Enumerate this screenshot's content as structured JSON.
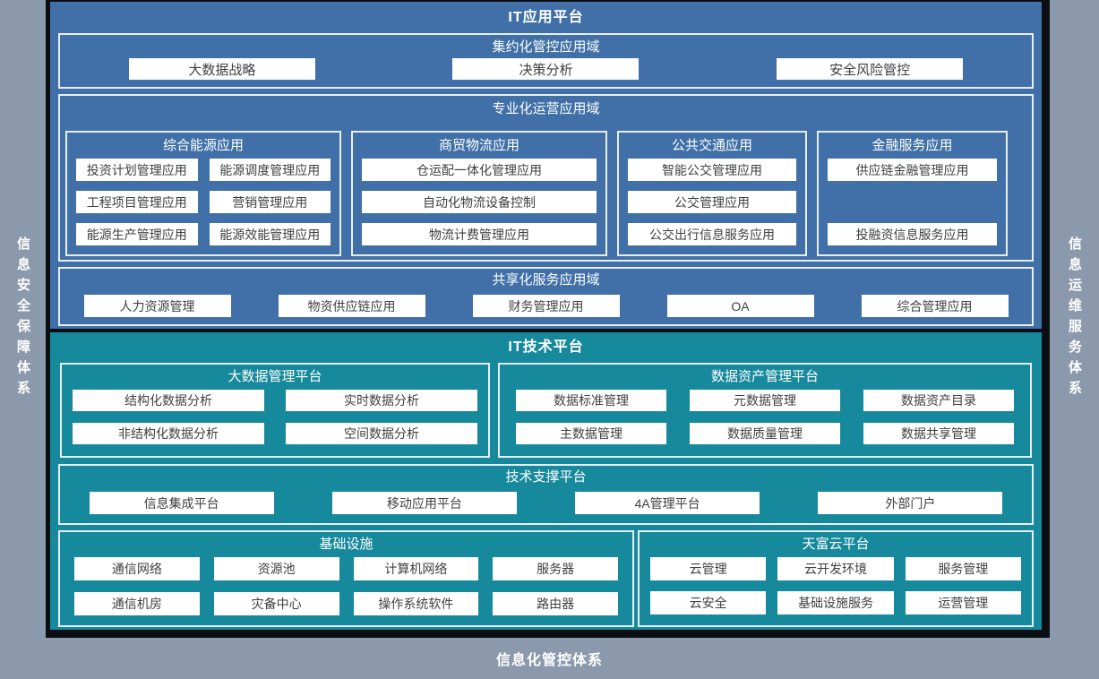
{
  "left_sidebar": {
    "label": "信息安全保障体系"
  },
  "right_sidebar": {
    "label": "信息运维服务体系"
  },
  "bottom_bar": {
    "label": "信息化管控体系"
  },
  "app_platform": {
    "title": "IT应用平台",
    "intensive_domain": {
      "title": "集约化管控应用域",
      "items": [
        "大数据战略",
        "决策分析",
        "安全风险管控"
      ]
    },
    "professional_domain": {
      "title": "专业化运营应用域",
      "groups": [
        {
          "title": "综合能源应用",
          "items": [
            "投资计划管理应用",
            "能源调度管理应用",
            "工程项目管理应用",
            "营销管理应用",
            "能源生产管理应用",
            "能源效能管理应用"
          ]
        },
        {
          "title": "商贸物流应用",
          "items": [
            "仓运配一体化管理应用",
            "自动化物流设备控制",
            "物流计费管理应用"
          ]
        },
        {
          "title": "公共交通应用",
          "items": [
            "智能公交管理应用",
            "公交管理应用",
            "公交出行信息服务应用"
          ]
        },
        {
          "title": "金融服务应用",
          "items": [
            "供应链金融管理应用",
            "投融资信息服务应用"
          ]
        }
      ]
    },
    "shared_domain": {
      "title": "共享化服务应用域",
      "items": [
        "人力资源管理",
        "物资供应链应用",
        "财务管理应用",
        "OA",
        "综合管理应用"
      ]
    }
  },
  "tech_platform": {
    "title": "IT技术平台",
    "bigdata": {
      "title": "大数据管理平台",
      "items": [
        "结构化数据分析",
        "实时数据分析",
        "非结构化数据分析",
        "空间数据分析"
      ]
    },
    "data_asset": {
      "title": "数据资产管理平台",
      "items": [
        "数据标准管理",
        "元数据管理",
        "数据资产目录",
        "主数据管理",
        "数据质量管理",
        "数据共享管理"
      ]
    },
    "tech_support": {
      "title": "技术支撑平台",
      "items": [
        "信息集成平台",
        "移动应用平台",
        "4A管理平台",
        "外部门户"
      ]
    },
    "infrastructure": {
      "title": "基础设施",
      "items": [
        "通信网络",
        "资源池",
        "计算机网络",
        "服务器",
        "通信机房",
        "灾备中心",
        "操作系统软件",
        "路由器"
      ]
    },
    "cloud": {
      "title": "天富云平台",
      "items": [
        "云管理",
        "云开发环境",
        "服务管理",
        "云安全",
        "基础设施服务",
        "运营管理"
      ]
    }
  },
  "colors": {
    "app_panel_blue": "#4070a7",
    "tech_panel_teal": "#17899c",
    "frame_gray": "#8c99ac",
    "seam_dark": "#0b0f14",
    "box_border": "#e8eef5",
    "chip_bg": "#ffffff",
    "chip_text": "#3f3f3f"
  }
}
